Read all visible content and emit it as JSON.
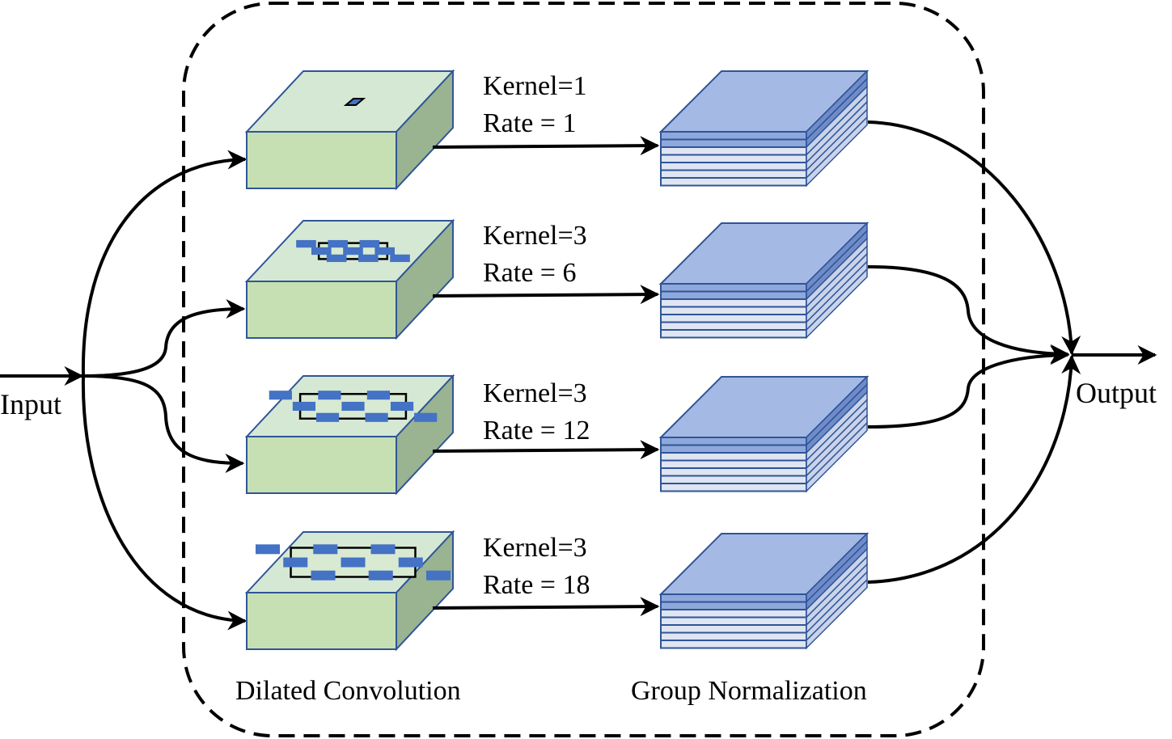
{
  "input_label": "Input",
  "output_label": "Output",
  "sections": {
    "conv_label": "Dilated Convolution",
    "norm_label": "Group Normalization"
  },
  "branches": [
    {
      "kernel_text": "Kernel=1",
      "rate_text": "Rate = 1",
      "pattern": "single"
    },
    {
      "kernel_text": "Kernel=3",
      "rate_text": "Rate = 6",
      "pattern": "grid3"
    },
    {
      "kernel_text": "Kernel=3",
      "rate_text": "Rate = 12",
      "pattern": "grid3"
    },
    {
      "kernel_text": "Kernel=3",
      "rate_text": "Rate = 18",
      "pattern": "grid3"
    }
  ],
  "colors": {
    "conv_front": "#c6e0b4",
    "conv_top": "#d5e8d4",
    "conv_side": "#9ab391",
    "norm_top": "#a4b9e4",
    "norm_side": "#6f8cc8",
    "norm_layer": "#dfe5f2",
    "kernel_blue": "#4472c4",
    "edge": "#2f5597",
    "line": "#000000"
  }
}
